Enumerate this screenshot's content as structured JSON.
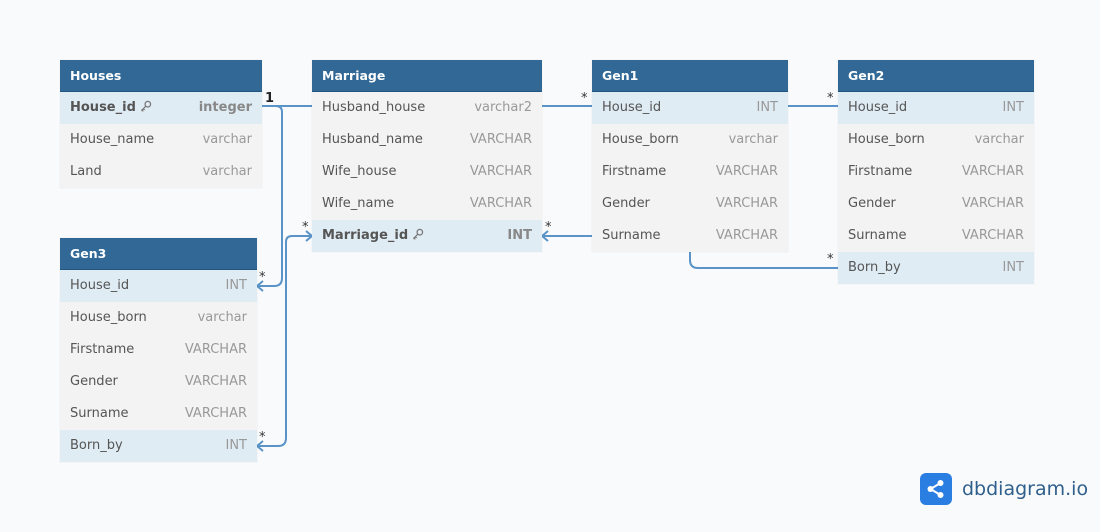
{
  "tables": [
    {
      "name": "Houses",
      "fields": [
        {
          "name": "House_id",
          "type": "integer",
          "pk": true,
          "hl": true
        },
        {
          "name": "House_name",
          "type": "varchar"
        },
        {
          "name": "Land",
          "type": "varchar"
        }
      ]
    },
    {
      "name": "Marriage",
      "fields": [
        {
          "name": "Husband_house",
          "type": "varchar2"
        },
        {
          "name": "Husband_name",
          "type": "VARCHAR"
        },
        {
          "name": "Wife_house",
          "type": "VARCHAR"
        },
        {
          "name": "Wife_name",
          "type": "VARCHAR"
        },
        {
          "name": "Marriage_id",
          "type": "INT",
          "pk": true,
          "hl": true
        }
      ]
    },
    {
      "name": "Gen1",
      "fields": [
        {
          "name": "House_id",
          "type": "INT",
          "hl": true
        },
        {
          "name": "House_born",
          "type": "varchar"
        },
        {
          "name": "Firstname",
          "type": "VARCHAR"
        },
        {
          "name": "Gender",
          "type": "VARCHAR"
        },
        {
          "name": "Surname",
          "type": "VARCHAR"
        }
      ]
    },
    {
      "name": "Gen2",
      "fields": [
        {
          "name": "House_id",
          "type": "INT",
          "hl": true
        },
        {
          "name": "House_born",
          "type": "varchar"
        },
        {
          "name": "Firstname",
          "type": "VARCHAR"
        },
        {
          "name": "Gender",
          "type": "VARCHAR"
        },
        {
          "name": "Surname",
          "type": "VARCHAR"
        },
        {
          "name": "Born_by",
          "type": "INT",
          "hl": true
        }
      ]
    },
    {
      "name": "Gen3",
      "fields": [
        {
          "name": "House_id",
          "type": "INT",
          "hl": true
        },
        {
          "name": "House_born",
          "type": "varchar"
        },
        {
          "name": "Firstname",
          "type": "VARCHAR"
        },
        {
          "name": "Gender",
          "type": "VARCHAR"
        },
        {
          "name": "Surname",
          "type": "VARCHAR"
        },
        {
          "name": "Born_by",
          "type": "INT",
          "hl": true
        }
      ]
    }
  ],
  "cardinalities": {
    "houses_one": "1",
    "marriage_husband": "*",
    "gen1_house": "*",
    "gen2_house": "*",
    "gen2_bornby": "*",
    "marriage_id_many": "*",
    "gen3_house": "*",
    "gen3_bornby": "*"
  },
  "colors": {
    "header": "#316896",
    "row_highlight": "#e0ecf4",
    "edge": "#5a93c8",
    "brand": "#2a7de1"
  },
  "icons": {
    "primary_key": "key-icon",
    "brand": "share-nodes-icon"
  },
  "brand": {
    "text": "dbdiagram.io"
  }
}
